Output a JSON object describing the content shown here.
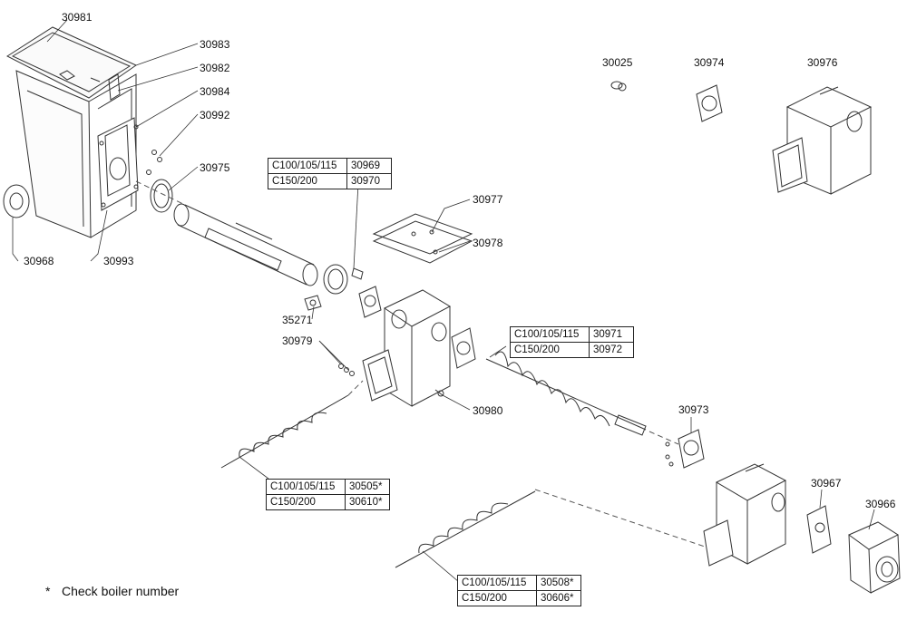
{
  "labels": {
    "p30981": "30981",
    "p30983": "30983",
    "p30982": "30982",
    "p30984": "30984",
    "p30992": "30992",
    "p30975": "30975",
    "p30968": "30968",
    "p30993": "30993",
    "p30977": "30977",
    "p30978": "30978",
    "p35271": "35271",
    "p30979": "30979",
    "p30980": "30980",
    "p30973": "30973",
    "p30967": "30967",
    "p30966": "30966",
    "p30025": "30025",
    "p30974": "30974",
    "p30976": "30976"
  },
  "tables": {
    "t1": {
      "rows": [
        {
          "model": "C100/105/115",
          "part": "30969"
        },
        {
          "model": "C150/200",
          "part": "30970"
        }
      ]
    },
    "t2": {
      "rows": [
        {
          "model": "C100/105/115",
          "part": "30971"
        },
        {
          "model": "C150/200",
          "part": "30972"
        }
      ]
    },
    "t3": {
      "rows": [
        {
          "model": "C100/105/115",
          "part": "30505*"
        },
        {
          "model": "C150/200",
          "part": "30610*"
        }
      ]
    },
    "t4": {
      "rows": [
        {
          "model": "C100/105/115",
          "part": "30508*"
        },
        {
          "model": "C150/200",
          "part": "30606*"
        }
      ]
    }
  },
  "footnote": {
    "star": "*",
    "text": "Check boiler number"
  }
}
